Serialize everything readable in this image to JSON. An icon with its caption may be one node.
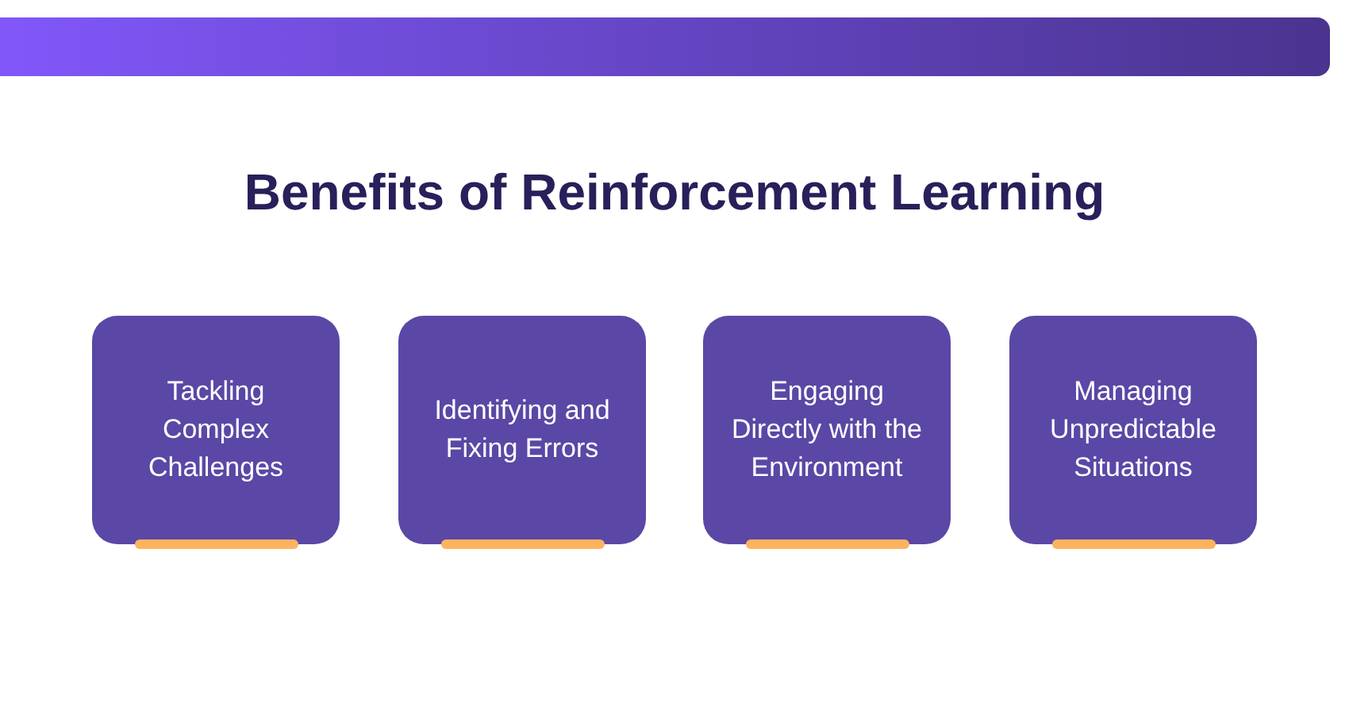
{
  "diagram": {
    "title": "Benefits of Reinforcement Learning",
    "nodes": [
      {
        "text": [
          "Tackling Complex Challenges"
        ]
      },
      {
        "text": [
          "Identifying and Fixing Errors"
        ]
      },
      {
        "text": [
          "Engaging Directly with the Environment"
        ]
      },
      {
        "text": [
          "Managing Unpredictable Situations"
        ]
      }
    ]
  }
}
